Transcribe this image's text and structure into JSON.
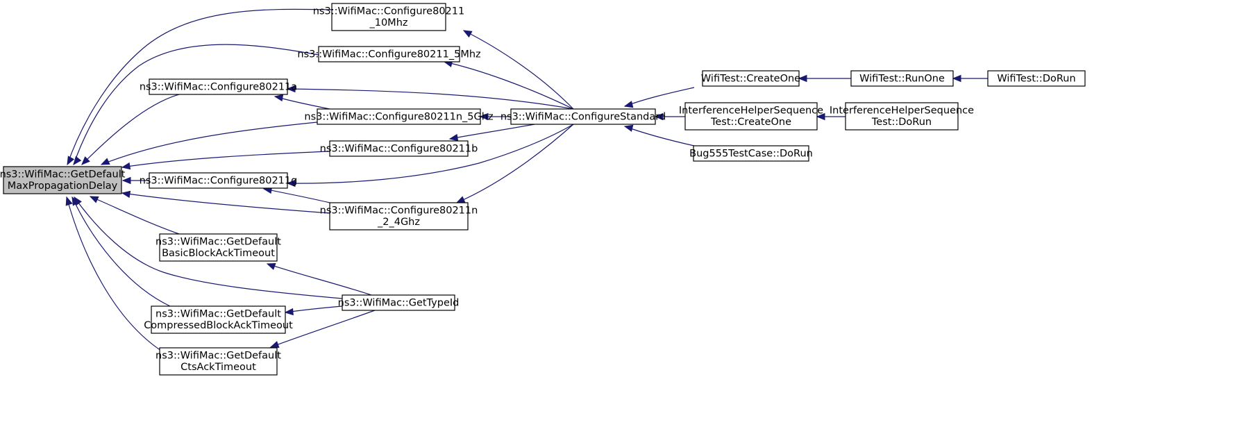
{
  "colors": {
    "edge": "#191970",
    "node_fill": "#ffffff",
    "focus_fill": "#bfbfbf",
    "node_stroke": "#000000"
  },
  "nodes": [
    {
      "id": "n0",
      "lines": [
        "ns3::WifiMac::GetDefault",
        "MaxPropagationDelay"
      ],
      "focus": true
    },
    {
      "id": "n1",
      "lines": [
        "ns3::WifiMac::Configure80211",
        "_10Mhz"
      ]
    },
    {
      "id": "n2",
      "lines": [
        "ns3::WifiMac::Configure80211_5Mhz"
      ]
    },
    {
      "id": "n3",
      "lines": [
        "ns3::WifiMac::Configure80211a"
      ]
    },
    {
      "id": "n4",
      "lines": [
        "ns3::WifiMac::Configure80211n_5Ghz"
      ]
    },
    {
      "id": "n5",
      "lines": [
        "ns3::WifiMac::Configure80211b"
      ]
    },
    {
      "id": "n6",
      "lines": [
        "ns3::WifiMac::Configure80211g"
      ]
    },
    {
      "id": "n7",
      "lines": [
        "ns3::WifiMac::Configure80211n",
        "_2_4Ghz"
      ]
    },
    {
      "id": "n8",
      "lines": [
        "ns3::WifiMac::GetDefault",
        "BasicBlockAckTimeout"
      ]
    },
    {
      "id": "n9",
      "lines": [
        "ns3::WifiMac::GetDefault",
        "CompressedBlockAckTimeout"
      ]
    },
    {
      "id": "n10",
      "lines": [
        "ns3::WifiMac::GetDefault",
        "CtsAckTimeout"
      ]
    },
    {
      "id": "n11",
      "lines": [
        "ns3::WifiMac::ConfigureStandard"
      ]
    },
    {
      "id": "n12",
      "lines": [
        "ns3::WifiMac::GetTypeId"
      ]
    },
    {
      "id": "n13",
      "lines": [
        "WifiTest::CreateOne"
      ]
    },
    {
      "id": "n14",
      "lines": [
        "InterferenceHelperSequence",
        "Test::CreateOne"
      ]
    },
    {
      "id": "n15",
      "lines": [
        "Bug555TestCase::DoRun"
      ]
    },
    {
      "id": "n16",
      "lines": [
        "WifiTest::RunOne"
      ]
    },
    {
      "id": "n17",
      "lines": [
        "InterferenceHelperSequence",
        "Test::DoRun"
      ]
    },
    {
      "id": "n18",
      "lines": [
        "WifiTest::DoRun"
      ]
    }
  ],
  "edges": [
    {
      "from": "n1",
      "to": "n0"
    },
    {
      "from": "n2",
      "to": "n0"
    },
    {
      "from": "n3",
      "to": "n0"
    },
    {
      "from": "n4",
      "to": "n0"
    },
    {
      "from": "n5",
      "to": "n0"
    },
    {
      "from": "n6",
      "to": "n0"
    },
    {
      "from": "n7",
      "to": "n0"
    },
    {
      "from": "n8",
      "to": "n0"
    },
    {
      "from": "n12",
      "to": "n0"
    },
    {
      "from": "n9",
      "to": "n0"
    },
    {
      "from": "n10",
      "to": "n0"
    },
    {
      "from": "n11",
      "to": "n1"
    },
    {
      "from": "n11",
      "to": "n2"
    },
    {
      "from": "n11",
      "to": "n3"
    },
    {
      "from": "n4",
      "to": "n3"
    },
    {
      "from": "n11",
      "to": "n4"
    },
    {
      "from": "n11",
      "to": "n5"
    },
    {
      "from": "n11",
      "to": "n6"
    },
    {
      "from": "n7",
      "to": "n6"
    },
    {
      "from": "n11",
      "to": "n7"
    },
    {
      "from": "n12",
      "to": "n8"
    },
    {
      "from": "n12",
      "to": "n9"
    },
    {
      "from": "n12",
      "to": "n10"
    },
    {
      "from": "n13",
      "to": "n11"
    },
    {
      "from": "n14",
      "to": "n11"
    },
    {
      "from": "n15",
      "to": "n11"
    },
    {
      "from": "n16",
      "to": "n13"
    },
    {
      "from": "n17",
      "to": "n14"
    },
    {
      "from": "n18",
      "to": "n16"
    }
  ]
}
